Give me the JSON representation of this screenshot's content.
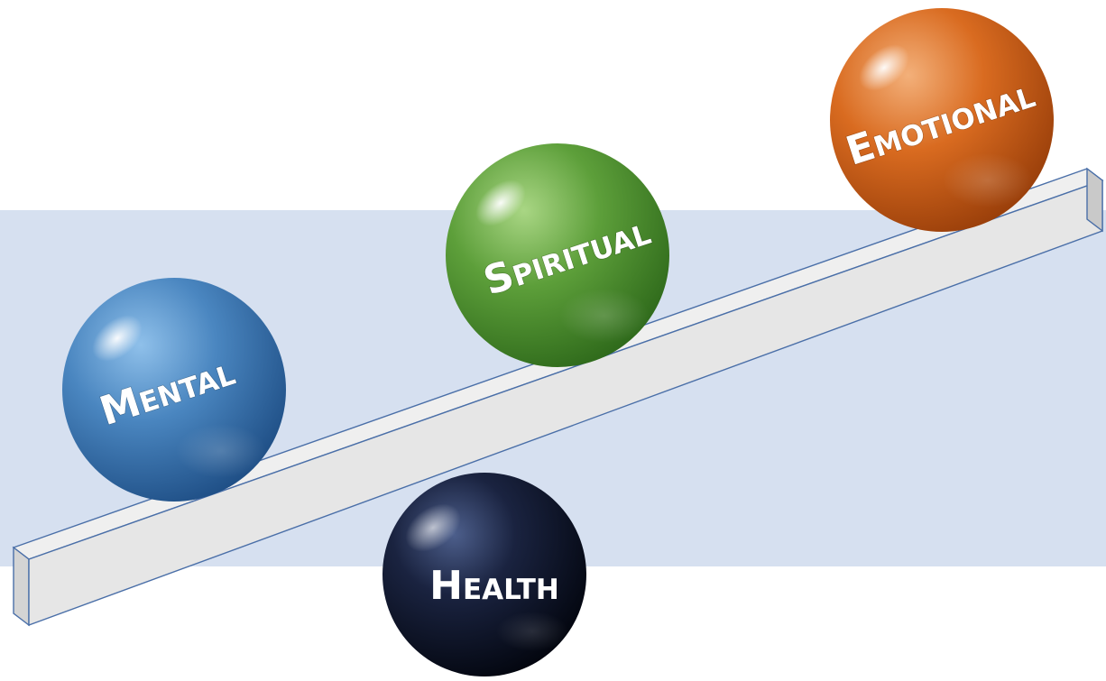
{
  "balls": {
    "mental": {
      "label": "Mental",
      "color": "#3f7bb5"
    },
    "spiritual": {
      "label": "Spiritual",
      "color": "#5a9a38"
    },
    "emotional": {
      "label": "Emotional",
      "color": "#d9691e"
    },
    "health": {
      "label": "Health",
      "color": "#0d1326"
    }
  },
  "colors": {
    "backdrop": "#d6e0f0",
    "beam_top": "#eaeaea",
    "beam_front": "#dcdcdc",
    "beam_stroke": "#4a6fa8"
  }
}
